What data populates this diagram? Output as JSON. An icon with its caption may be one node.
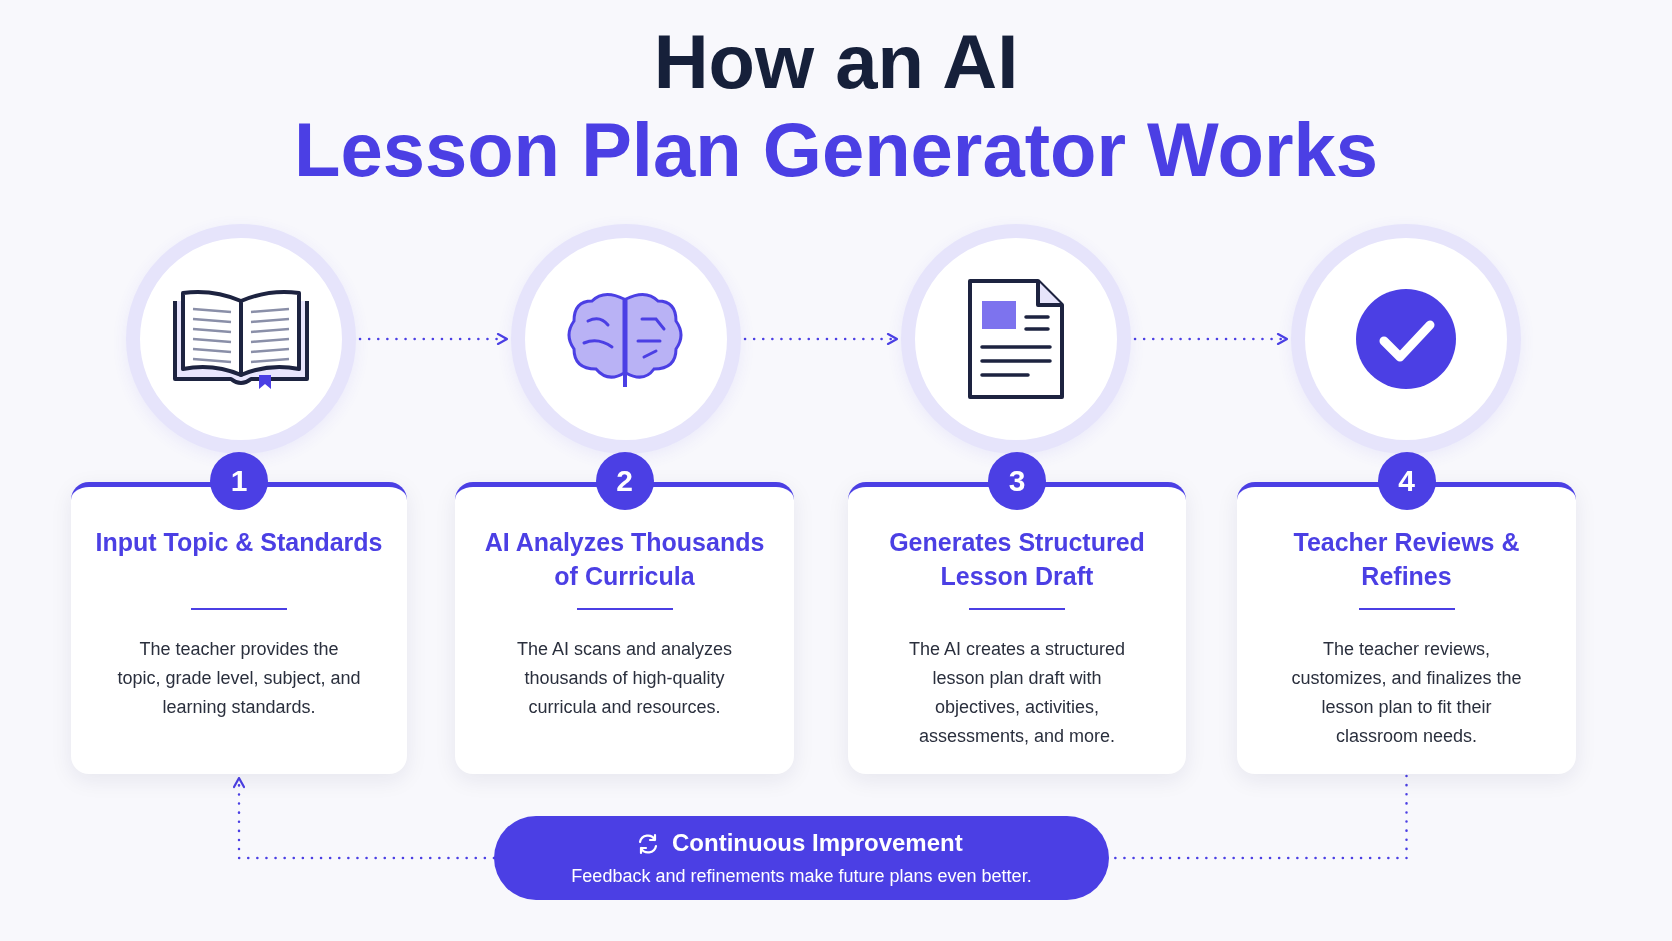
{
  "diagram": {
    "title": "How an AI Lesson Plan Generator Works",
    "nodes": [
      {
        "text": [],
        "shape": "circle"
      },
      {
        "text": [
          "1",
          "Input Topic & Standards",
          "The teacher provides the topic, grade level, subject, and learning standards."
        ]
      },
      {
        "text": [],
        "shape": "circle"
      },
      {
        "text": [
          "2",
          "AI Analyzes Thousands of Curricula",
          "The AI scans and analyzes thousands of high-quality curricula and resources."
        ]
      },
      {
        "text": [],
        "shape": "circle"
      },
      {
        "text": [
          "3",
          "Generates Structured Lesson Draft",
          "The AI creates a structured lesson plan draft with objectives, activities, assessments, and more."
        ]
      },
      {
        "text": [],
        "shape": "circle"
      },
      {
        "text": [
          "4",
          "Teacher Reviews & Refines",
          "The teacher reviews, customizes, and finalizes the lesson plan to fit their classroom needs."
        ]
      },
      {
        "text": [
          "Continuous Improvement",
          "Feedback and refinements make future plans even better."
        ]
      }
    ],
    "edges": [
      {
        "from": 0,
        "to": 2,
        "arrow": "to",
        "style": "dashed"
      },
      {
        "from": 2,
        "to": 4,
        "arrow": "to",
        "style": "dashed"
      },
      {
        "from": 4,
        "to": 6,
        "arrow": "to",
        "style": "dashed"
      },
      {
        "from": 7,
        "to": 8,
        "arrow": "none",
        "style": "dashed"
      },
      {
        "from": 8,
        "to": 1,
        "arrow": "to",
        "style": "dashed"
      }
    ]
  }
}
